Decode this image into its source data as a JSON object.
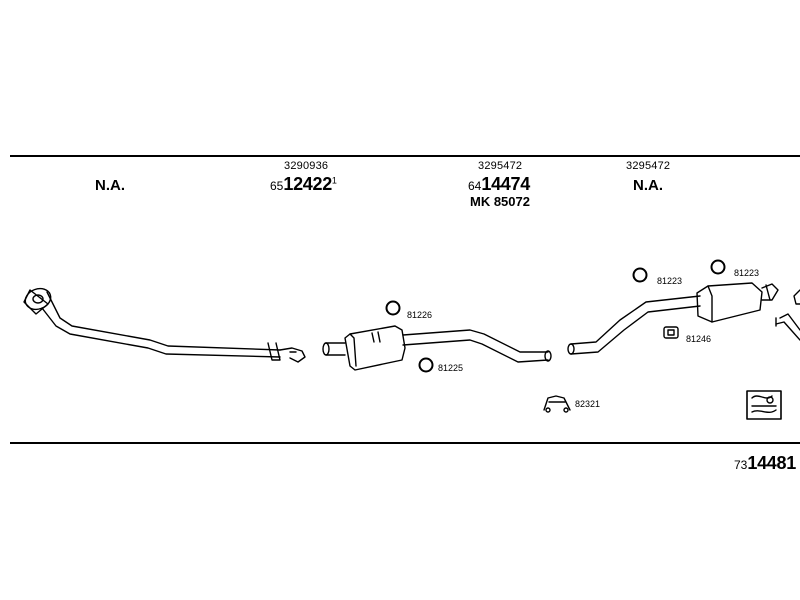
{
  "header": {
    "col1": {
      "na": "N.A."
    },
    "col2": {
      "ref": "3290936",
      "prefix": "65",
      "number": "12422",
      "sup": "1"
    },
    "col3": {
      "ref": "3295472",
      "prefix": "64",
      "number": "14474",
      "mk": "MK 85072"
    },
    "col4": {
      "ref": "3295472",
      "na": "N.A."
    }
  },
  "callouts": {
    "c81226": "81226",
    "c81225": "81225",
    "c82321": "82321",
    "c81223a": "81223",
    "c81223b": "81223",
    "c81246": "81246"
  },
  "footer": {
    "prefix": "73",
    "number": "14481"
  },
  "colors": {
    "line": "#000000",
    "background": "#ffffff"
  }
}
